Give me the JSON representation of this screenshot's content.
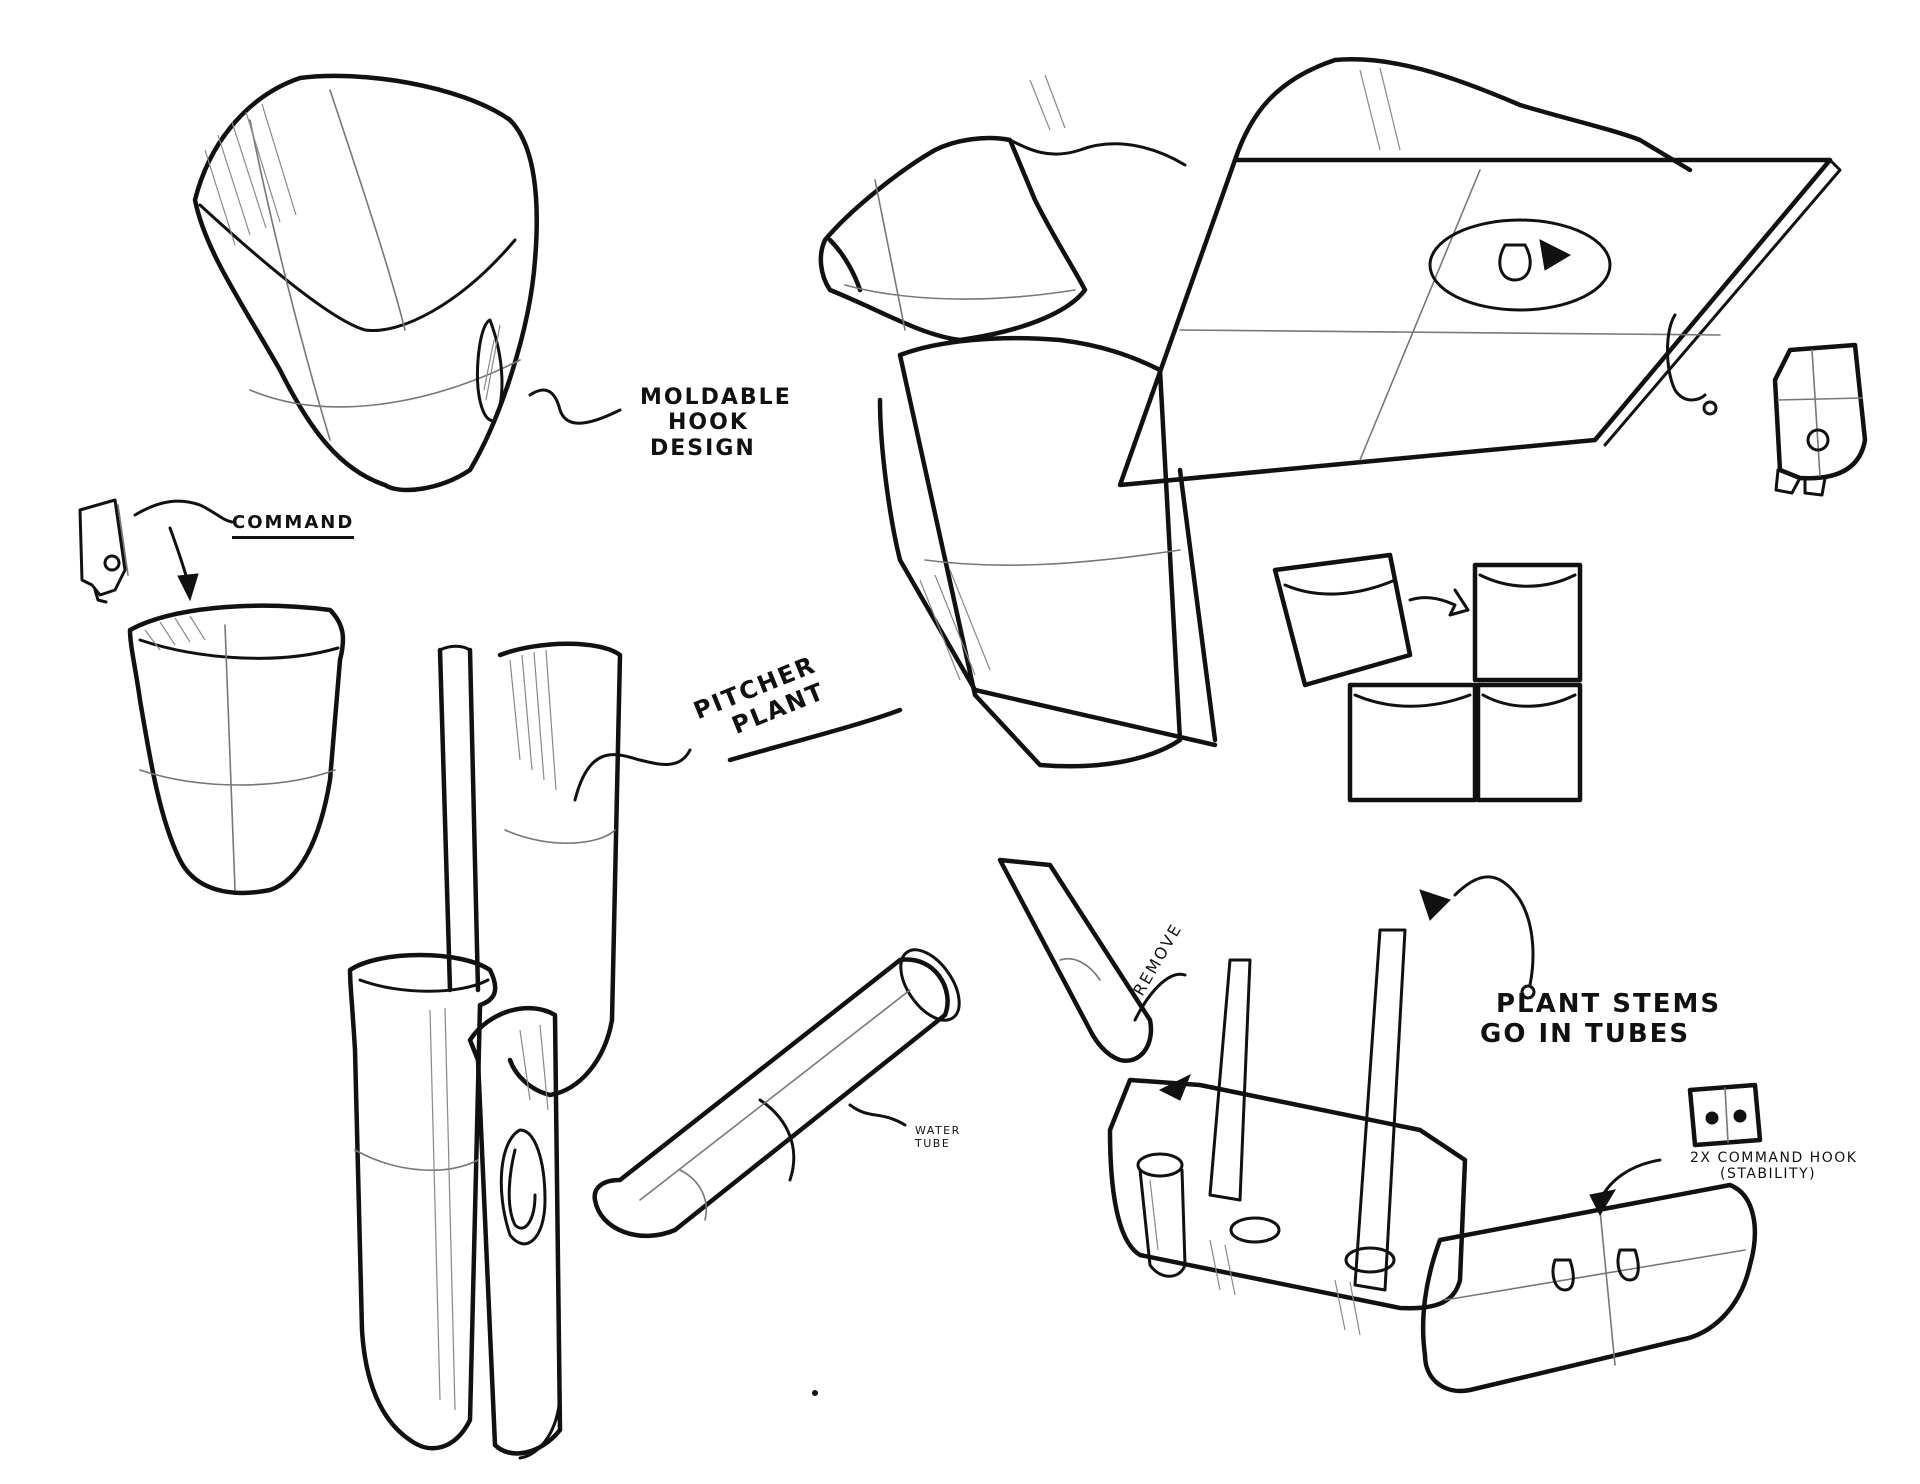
{
  "annotations": {
    "moldable_hook_design": [
      "MOLDABLE",
      "HOOK",
      "DESIGN"
    ],
    "command": "COMMAND",
    "pitcher_plant": [
      "PITCHER",
      "PLANT"
    ],
    "water_tube": [
      "WATER",
      "TUBE"
    ],
    "remove": "REMOVE",
    "plant_stems": [
      "PLANT STEMS",
      "GO IN TUBES"
    ],
    "command_hook_stability": [
      "2X COMMAND HOOK",
      "(STABILITY)"
    ]
  },
  "colors": {
    "ink": "#111111",
    "construction": "#999999",
    "paper": "#ffffff"
  }
}
